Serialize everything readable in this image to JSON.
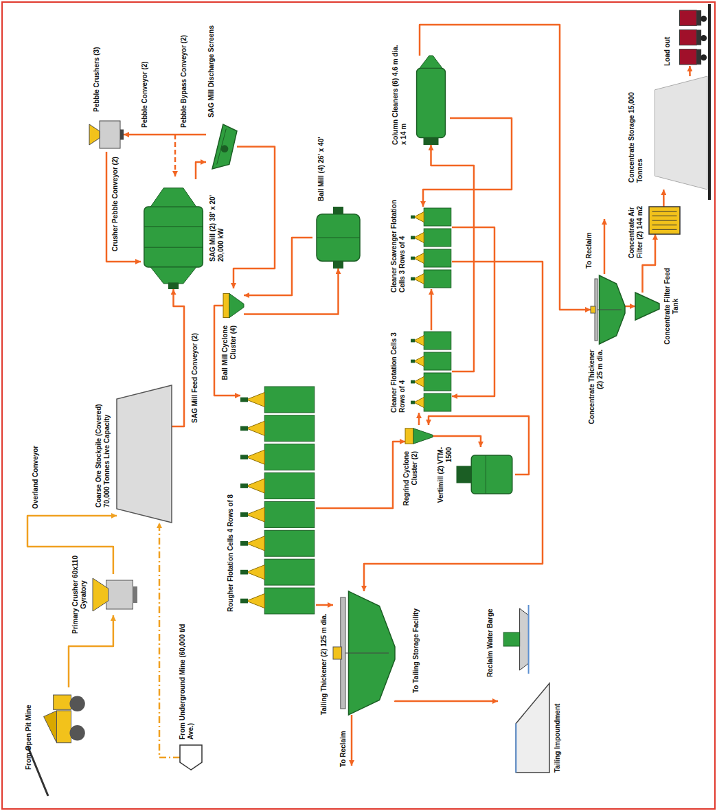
{
  "diagram": {
    "nodes": [
      {
        "text": [
          "From Open Pit Mine"
        ]
      },
      {
        "text": [
          "Primary Crusher 60x110 Gyratory"
        ]
      },
      {
        "text": [
          "Coarse Ore Stockpile (Covered) 70,000 Tonnes Live Capacity"
        ]
      },
      {
        "text": [
          "From Underground Mine (60,000 t/d Ave.)"
        ]
      },
      {
        "text": [
          "SAG Mill (2) 38' x 20' 20,000 kW"
        ]
      },
      {
        "text": [
          "SAG Mill Discharge Screens"
        ]
      },
      {
        "text": [
          "Pebble Crushers (3)"
        ]
      },
      {
        "text": [
          "Ball Mill Cyclone Cluster (4)"
        ]
      },
      {
        "text": [
          "Ball Mill (4) 26' x 40'"
        ]
      },
      {
        "text": [
          "Rougher Flotation Cells 4 Rows of 8"
        ]
      },
      {
        "text": [
          "Tailing Thickener (2) 125 m dia."
        ]
      },
      {
        "text": [
          "Tailing Impoundment"
        ]
      },
      {
        "text": [
          "Reclaim Water Barge"
        ]
      },
      {
        "text": [
          "Regrind Cyclone Cluster (2)"
        ]
      },
      {
        "text": [
          "Vertimill (2) VTM-1500"
        ]
      },
      {
        "text": [
          "Cleaner Flotation Cells 3 Rows of 4"
        ]
      },
      {
        "text": [
          "Cleaner Scavenger Flotation Cells 3 Rows of 4"
        ]
      },
      {
        "text": [
          "Column Cleaners (6) 4.6 m dia. x 14 m"
        ]
      },
      {
        "text": [
          "Concentrate Thickener (2) 25 m dia."
        ]
      },
      {
        "text": [
          "Concentrate Filter Feed Tank"
        ]
      },
      {
        "text": [
          "Concentrate Air Filter (2) 144 m2"
        ]
      },
      {
        "text": [
          "Concentrate Storage 15,000 Tonnes"
        ]
      },
      {
        "text": [
          "Load out"
        ]
      }
    ],
    "edges": [
      {
        "from": 0,
        "to": 1,
        "arrow": "to"
      },
      {
        "from": 1,
        "to": 2,
        "arrow": "to"
      },
      {
        "from": 3,
        "to": 2,
        "arrow": "to"
      },
      {
        "from": 2,
        "to": 4,
        "arrow": "to"
      },
      {
        "from": 4,
        "to": 5,
        "arrow": "to"
      },
      {
        "from": 5,
        "to": 6,
        "arrow": "to"
      },
      {
        "from": 6,
        "to": 4,
        "arrow": "to"
      },
      {
        "from": 5,
        "to": 7,
        "arrow": "to"
      },
      {
        "from": 7,
        "to": 8,
        "arrow": "to"
      },
      {
        "from": 8,
        "to": 7,
        "arrow": "to"
      },
      {
        "from": 7,
        "to": 9,
        "arrow": "to"
      },
      {
        "from": 9,
        "to": 10,
        "arrow": "to"
      },
      {
        "from": 9,
        "to": 13,
        "arrow": "to"
      },
      {
        "from": 13,
        "to": 14,
        "arrow": "to"
      },
      {
        "from": 14,
        "to": 13,
        "arrow": "to"
      },
      {
        "from": 13,
        "to": 15,
        "arrow": "to"
      },
      {
        "from": 15,
        "to": 16,
        "arrow": "to"
      },
      {
        "from": 16,
        "to": 15,
        "arrow": "to"
      },
      {
        "from": 15,
        "to": 17,
        "arrow": "to"
      },
      {
        "from": 17,
        "to": 16,
        "arrow": "to"
      },
      {
        "from": 16,
        "to": 10,
        "arrow": "to"
      },
      {
        "from": 17,
        "to": 18,
        "arrow": "to"
      },
      {
        "from": 10,
        "to": 11,
        "arrow": "to"
      },
      {
        "from": 18,
        "to": 19,
        "arrow": "to"
      },
      {
        "from": 19,
        "to": 20,
        "arrow": "to"
      },
      {
        "from": 20,
        "to": 21,
        "arrow": "to"
      },
      {
        "from": 21,
        "to": 22,
        "arrow": "to"
      }
    ],
    "labels": [
      "Overland Conveyor",
      "SAG Mill Feed Conveyor (2)",
      "Pebble Conveyor (2)",
      "Pebble Bypass Conveyor (2)",
      "Crusher Pebble Conveyor (2)",
      "To Reclaim",
      "To Tailing Storage Facility",
      "To Reclaim"
    ]
  }
}
